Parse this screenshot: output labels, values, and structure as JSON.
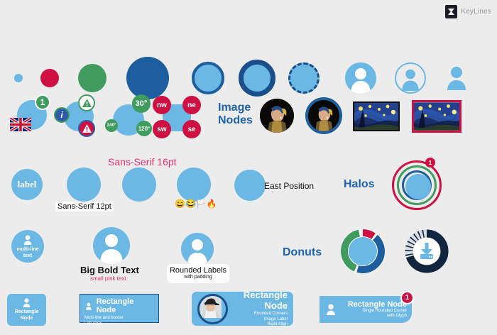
{
  "brand": {
    "name": "KeyLines",
    "logo_icon": "keylines-logo-icon"
  },
  "canvas": {
    "background": "#ececec"
  },
  "palette": {
    "node_blue": "#6cb8e4",
    "dark_blue": "#1d5e9e",
    "deep_blue": "#1a4f8b",
    "green": "#3f9c5e",
    "crimson": "#cf1042",
    "title_blue": "#1f63ad",
    "pink_text": "#e8336d",
    "label_white": "#ffffff",
    "dark_navy": "#12263f"
  },
  "rows": {
    "row1": {
      "name": "node-shapes-row",
      "nodes": [
        {
          "name": "tiny-blue-circle",
          "kind": "circle",
          "fill": "#6cb8e4",
          "size": 12
        },
        {
          "name": "small-crimson-circle",
          "kind": "circle",
          "fill": "#cf1042",
          "size": 26
        },
        {
          "name": "medium-green-circle",
          "kind": "circle",
          "fill": "#3f9c5e",
          "size": 40
        },
        {
          "name": "large-dark-blue-circle",
          "kind": "circle",
          "fill": "#1d5e9e",
          "size": 60
        },
        {
          "name": "blue-circle-thin-border",
          "kind": "circle-border",
          "fill": "#6cb8e4",
          "border": "#1d5e9e",
          "border_width": 4,
          "size": 46
        },
        {
          "name": "blue-circle-thick-border",
          "kind": "circle-border",
          "fill": "#6cb8e4",
          "border": "#1a4f8b",
          "border_width": 7,
          "size": 52
        },
        {
          "name": "blue-circle-dashed-border",
          "kind": "circle-dashed",
          "fill": "#6cb8e4",
          "border": "#1a4f8b",
          "border_width": 3,
          "size": 44
        },
        {
          "name": "person-glyph-filled-circle",
          "kind": "glyph-circle",
          "fill": "#6cb8e4",
          "glyph": "person-icon",
          "size": 44
        },
        {
          "name": "person-glyph-outline-circle",
          "kind": "glyph-outline",
          "border": "#6cb8e4",
          "glyph": "person-icon",
          "size": 44
        },
        {
          "name": "person-glyph-only",
          "kind": "glyph-only",
          "fill": "#6cb8e4",
          "glyph": "person-icon",
          "size": 32
        }
      ]
    },
    "row2": {
      "name": "glyphs-and-image-nodes-row",
      "flag_node": {
        "name": "flag-node",
        "badge": {
          "name": "count-badge",
          "text": "1",
          "fill": "#3f9c5e",
          "border": "#ffffff"
        },
        "flag": {
          "name": "union-jack-icon"
        }
      },
      "warning_node": {
        "name": "warning-glyph-node",
        "badges": [
          {
            "name": "info-badge",
            "text": "i",
            "fill": "#2f5ca8",
            "border": "#3f9c5e",
            "position": "west"
          },
          {
            "name": "warning-badge-green",
            "text": "!",
            "fill": "#ffffff",
            "border": "#3f9c5e",
            "position": "north-east"
          },
          {
            "name": "warning-badge-crimson",
            "text": "!",
            "fill": "#cf1042",
            "border": "#2f5ca8",
            "position": "south-east"
          }
        ]
      },
      "angle_node": {
        "name": "angle-badge-node",
        "badges": [
          {
            "name": "angle-badge-30",
            "text": "30°",
            "fill": "#3f9c5e"
          },
          {
            "name": "angle-badge-120",
            "text": "120°",
            "fill": "#3f9c5e"
          },
          {
            "name": "angle-badge-240",
            "text": "240°",
            "fill": "#3f9c5e"
          }
        ]
      },
      "corner_node": {
        "name": "corner-badge-square-node",
        "badges": [
          {
            "name": "badge-nw",
            "text": "nw",
            "fill": "#cf1042"
          },
          {
            "name": "badge-ne",
            "text": "ne",
            "fill": "#cf1042"
          },
          {
            "name": "badge-sw",
            "text": "sw",
            "fill": "#cf1042"
          },
          {
            "name": "badge-se",
            "text": "se",
            "fill": "#cf1042"
          }
        ]
      },
      "section_title": "Image\nNodes",
      "image_nodes": [
        {
          "name": "portrait-circle-node",
          "image": "girl-with-a-pearl-earring",
          "shape": "circle",
          "border": "none"
        },
        {
          "name": "portrait-circle-bordered-node",
          "image": "girl-with-a-pearl-earring",
          "shape": "circle",
          "border": "#1d5e9e"
        },
        {
          "name": "starry-night-rect-node",
          "image": "the-starry-night",
          "shape": "rect",
          "border": "#111111"
        },
        {
          "name": "starry-night-rect-crimson-node",
          "image": "the-starry-night",
          "shape": "rect",
          "border": "#cf1042"
        }
      ]
    },
    "row3": {
      "name": "labels-and-halos-row",
      "items": [
        {
          "name": "inner-label-node",
          "label": "label",
          "label_style": "serif-inside-white"
        },
        {
          "name": "sans-12pt-node",
          "label": "Sans-Serif 12pt",
          "label_style": "below-white-background"
        },
        {
          "name": "sans-16pt-node",
          "label": "Sans-Serif 16pt",
          "label_style": "above-pink"
        },
        {
          "name": "emoji-node",
          "label": "😄😂🏳️🔥",
          "label_style": "below-emoji"
        },
        {
          "name": "east-position-node",
          "label": "East Position",
          "label_style": "east"
        }
      ],
      "section_title": "Halos",
      "halo_node": {
        "name": "halo-node",
        "rings": [
          {
            "name": "halo-ring-crimson",
            "color": "#cf1042"
          },
          {
            "name": "halo-ring-green",
            "color": "#3f9c5e"
          },
          {
            "name": "halo-ring-blue",
            "color": "#1d5e9e"
          }
        ],
        "badge": {
          "name": "halo-count-badge",
          "text": "1",
          "fill": "#cf1042"
        }
      }
    },
    "row4": {
      "name": "text-styles-and-donuts-row",
      "items": [
        {
          "name": "multi-line-text-node",
          "label": "multi-line\ntext",
          "glyph": "person-icon"
        },
        {
          "name": "big-bold-text-node",
          "title": "Big Bold Text",
          "subtitle": "small pink text",
          "glyph": "person-icon"
        },
        {
          "name": "rounded-label-node",
          "title": "Rounded Labels",
          "subtitle": "with padding",
          "glyph": "person-icon"
        }
      ],
      "section_title": "Donuts",
      "donuts": [
        {
          "name": "donut-three-segment",
          "chart_type": "donut",
          "segments": [
            {
              "name": "segment-green",
              "color": "#3f9c5e",
              "percent": 45
            },
            {
              "name": "segment-blue",
              "color": "#1d5e9e",
              "percent": 45
            },
            {
              "name": "segment-crimson",
              "color": "#cf1042",
              "percent": 10
            }
          ]
        },
        {
          "name": "donut-progress-download",
          "chart_type": "donut",
          "glyph": "download-icon",
          "segments": [
            {
              "name": "segment-filled",
              "color": "#12263f",
              "percent": 70
            },
            {
              "name": "segment-empty",
              "color": "#d8dde3",
              "percent": 30
            }
          ]
        }
      ]
    },
    "row5": {
      "name": "rectangle-nodes-row",
      "nodes": [
        {
          "name": "rectangle-node-centered",
          "title": "Rectangle\nNode",
          "subtitle": "",
          "glyph": "person-icon",
          "align": "center",
          "corners": "rounded",
          "border": "none"
        },
        {
          "name": "rectangle-node-bordered",
          "title": "Rectangle Node",
          "subtitle": "Multi-line and border\nLeft Align",
          "glyph": "person-icon",
          "align": "left",
          "corners": "square",
          "border": "#1a4f8b"
        },
        {
          "name": "rectangle-node-image-label",
          "title": "Rectangle Node",
          "subtitle": "Rounded Corners\nImage Label\nRight Align",
          "glyph": "photo-avatar-icon",
          "align": "right",
          "corners": "rounded",
          "border": "none"
        },
        {
          "name": "rectangle-node-single-rounded-corner",
          "title": "Rectangle Node",
          "subtitle": "Single Rounded Corner\nwith Glyph",
          "glyph": "person-icon",
          "align": "right",
          "corners": "single-rounded",
          "border": "none",
          "badge": {
            "name": "count-badge",
            "text": "1",
            "fill": "#cf1042"
          }
        }
      ]
    }
  }
}
